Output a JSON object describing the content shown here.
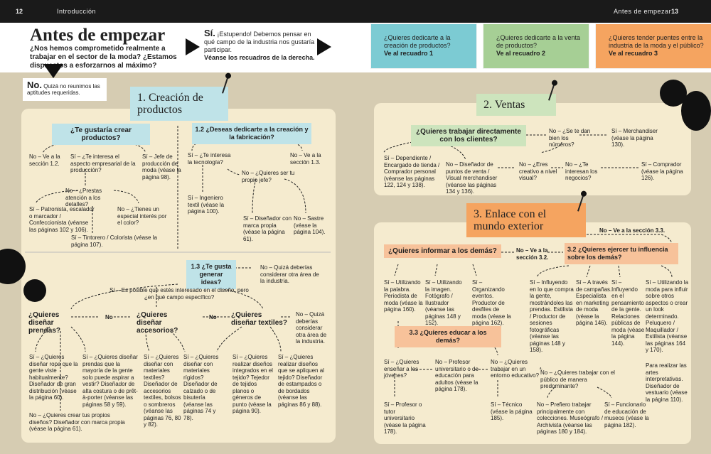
{
  "header": {
    "page_left": "12",
    "section_left": "Introducción",
    "section_right": "Antes de empezar",
    "page_right": "13"
  },
  "intro": {
    "title": "Antes de empezar",
    "subtitle": "¿Nos hemos comprometido realmente a trabajar en el sector de la moda? ¿Estamos dispuestos a esforzarnos al máximo?",
    "yes_label": "Sí.",
    "yes_text": "¡Estupendo! Debemos pensar en qué campo de la industria nos gustaría participar.",
    "yes_ref": "Véanse los recuadros de la derecha.",
    "no_label": "No.",
    "no_text": "Quizá no reunimos las aptitudes requeridas."
  },
  "tabs": [
    {
      "text": "¿Quieres dedicarte a la creación de productos?",
      "ref": "Ve al recuadro 1",
      "color": "#7ccbd3"
    },
    {
      "text": "¿Quieres dedicarte a la venta de productos?",
      "ref": "Ve al recuadro 2",
      "color": "#a6cf95"
    },
    {
      "text": "¿Quieres tender puentes entre la industria de la moda y el público?",
      "ref": "Ve al recuadro 3",
      "color": "#f5a460"
    }
  ],
  "colors": {
    "blue": "#bfe3e8",
    "green": "#cde4bd",
    "orange": "#f7c29a",
    "panel": "#f5ebcf"
  },
  "s1": {
    "title": "1. Creación de productos",
    "q1": "¿Te gustaría crear productos?",
    "q1_no": "No – Ve a la sección 1.2.",
    "q1_si": "Sí – ¿Te interesa el aspecto empresarial de la producción?",
    "q1_si2": "Sí – Jefe de producción de moda (véase la página 98).",
    "q1_detail": "No – ¿Prestas atención a los detalles?",
    "patron": "Sí – Patronista, escalador o marcador / Confeccionista (véanse las páginas 102 y 106).",
    "color_q": "No – ¿Tienes un especial interés por el color?",
    "tintero": "Sí – Tintorero / Colorista (véase la página 107).",
    "q12": "1.2 ¿Deseas dedicarte a la creación y la fabricación?",
    "q12_si": "Sí – ¿Te interesa la tecnología?",
    "q12_no": "No – Ve a la sección 1.3.",
    "jefe": "No – ¿Quieres ser tu propio jefe?",
    "ingeniero": "Sí – Ingeniero textil (véase la página 100).",
    "disenador": "Sí – Diseñador con marca propia (véase la página 61).",
    "sastre": "No – Sastre (véase la página 104).",
    "q13": "1.3 ¿Te gusta generar ideas?",
    "q13_no": "No – Quizá deberías considerar otra área de la industria.",
    "q13_si": "Sí – Es posible que estés interesado en el diseño, pero ¿en qué campo específico?",
    "q_prendas": "¿Quieres diseñar prendas?",
    "no1": "No",
    "q_accesorios": "¿Quieres diseñar accesorios?",
    "no2": "No",
    "q_textiles": "¿Quieres diseñar textiles?",
    "no_textiles": "No – Quizá deberías considerar otra área de la industria.",
    "ropa": "Sí – ¿Quieres diseñar ropa que la gente viste habitualmente? Diseñador de gran distribución (véase la página 60).",
    "mayoria": "Sí – ¿Quieres diseñar prendas que la mayoría de la gente solo puede aspirar a vestir? Diseñador de alta costura o de prêt-à-porter (véanse las páginas 58 y 59).",
    "propios": "No – ¿Quieres crear tus propios diseños? Diseñador con marca propia (véase la página 61).",
    "textiles_acc": "Sí – ¿Quieres diseñar con materiales textiles? Diseñador de accesorios textiles, bolsos o sombreros (véanse las páginas 76, 80 y 82).",
    "rigidos": "Sí – ¿Quieres diseñar con materiales rígidos? Diseñador de calzado o de bisutería (véanse las páginas 74 y 78).",
    "integrados": "Sí – ¿Quieres realizar diseños integrados en el tejido? Tejedor de tejidos planos o géneros de punto (véase la página 90).",
    "estampados": "Sí – ¿Quieres realizar diseños que se apliquen al tejido? Diseñador de estampados o de bordados (véanse las páginas 86 y 88)."
  },
  "s2": {
    "title": "2. Ventas",
    "q": "¿Quieres trabajar directamente con los clientes?",
    "no_numeros": "No – ¿Se te dan bien los números?",
    "merch": "Sí – Merchandiser (véase la página 130).",
    "si_dep": "Sí – Dependiente / Encargado de tienda / Comprador personal (véanse las páginas 122, 124 y 138).",
    "no_disenador": "No – Diseñador de puntos de venta / Visual merchandiser (véanse las páginas 134 y 136).",
    "no_creativo": "No – ¿Eres creativo a nivel visual?",
    "no_negocios": "No – ¿Te interesan los negocios?",
    "comprador": "Sí – Comprador (véase la página 126)."
  },
  "s3": {
    "title": "3. Enlace con el mundo exterior",
    "top_no": "No – Ve a la sección 3.3.",
    "q": "¿Quieres informar a los demás?",
    "q_no": "No – Ve a la sección 3.2.",
    "q32": "3.2 ¿Quieres ejercer tu influencia sobre los demás?",
    "periodista": "Sí – Utilizando la palabra. Periodista de moda (véase la página 160).",
    "fotografo": "Sí – Utilizando la imagen. Fotógrafo / Ilustrador (véanse las páginas 148 y 152).",
    "desfiles": "Sí – Organizando eventos. Productor de desfiles de moda (véase la página 162).",
    "compra": "Sí – Influyendo en lo que compra la gente, mostrándoles las prendas. Estilista / Productor de sesiones fotográficas (véanse las páginas 148 y 158).",
    "campanas": "Sí – A través de campañas. Especialista en marketing de moda (véase la página 146).",
    "pensamiento": "Sí – Influyendo en el pensamiento de la gente. Relaciones públicas de moda (véase la página 144).",
    "peluquero": "Sí – Utilizando la moda para influir sobre otros aspectos o crear un look determinado. Peluquero / Maquillador / Estilista (véanse las páginas 164 y 170).",
    "q33": "3.3 ¿Quieres educar a los demás?",
    "ensenar": "Sí – ¿Quieres enseñar a los jóvenes?",
    "profesor_univ": "No – Profesor universitario o de educación para adultos (véase la página 178).",
    "entorno": "No – ¿Quieres trabajar en un entorno educativo?",
    "publico": "No – ¿Quieres trabajar con el público de manera predominante?",
    "tutor": "Sí – Profesor o tutor universitario (véase la página 178).",
    "tecnico": "Sí – Técnico (véase la página 185).",
    "colecciones": "No – Prefiero trabajar principalmente con colecciones. Museógrafo / Archivista (véanse las páginas 180 y 184).",
    "museos": "Sí – Funcionario de educación de museos (véase la página 182).",
    "vestuario": "Para realizar las artes interpretativas. Diseñador de vestuario (véase la página 110)."
  }
}
